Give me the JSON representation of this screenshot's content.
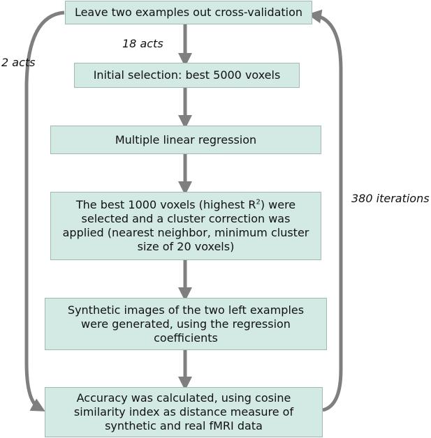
{
  "diagram": {
    "steps": [
      {
        "id": "cv",
        "text": "Leave two examples out cross-validation"
      },
      {
        "id": "selection",
        "text": "Initial selection: best 5000 voxels"
      },
      {
        "id": "regression",
        "text": "Multiple linear regression"
      },
      {
        "id": "cluster",
        "text_before": "The best 1000 voxels (highest R",
        "superscript": "2",
        "text_after": ") were selected and a cluster correction was applied (nearest neighbor, minimum cluster size of 20 voxels)"
      },
      {
        "id": "synthetic",
        "text": "Synthetic images of the two left examples were generated, using the regression coefficients"
      },
      {
        "id": "accuracy",
        "text": "Accuracy was calculated, using cosine similarity index as distance measure of synthetic and real fMRI data"
      }
    ],
    "labels": {
      "acts_18": "18 acts",
      "acts_2": "2 acts",
      "iterations": "380 iterations"
    },
    "colors": {
      "box_fill": "#d2e9e4",
      "box_border": "#9fb9b4",
      "arrow": "#7f7f7f",
      "text": "#111111"
    }
  }
}
